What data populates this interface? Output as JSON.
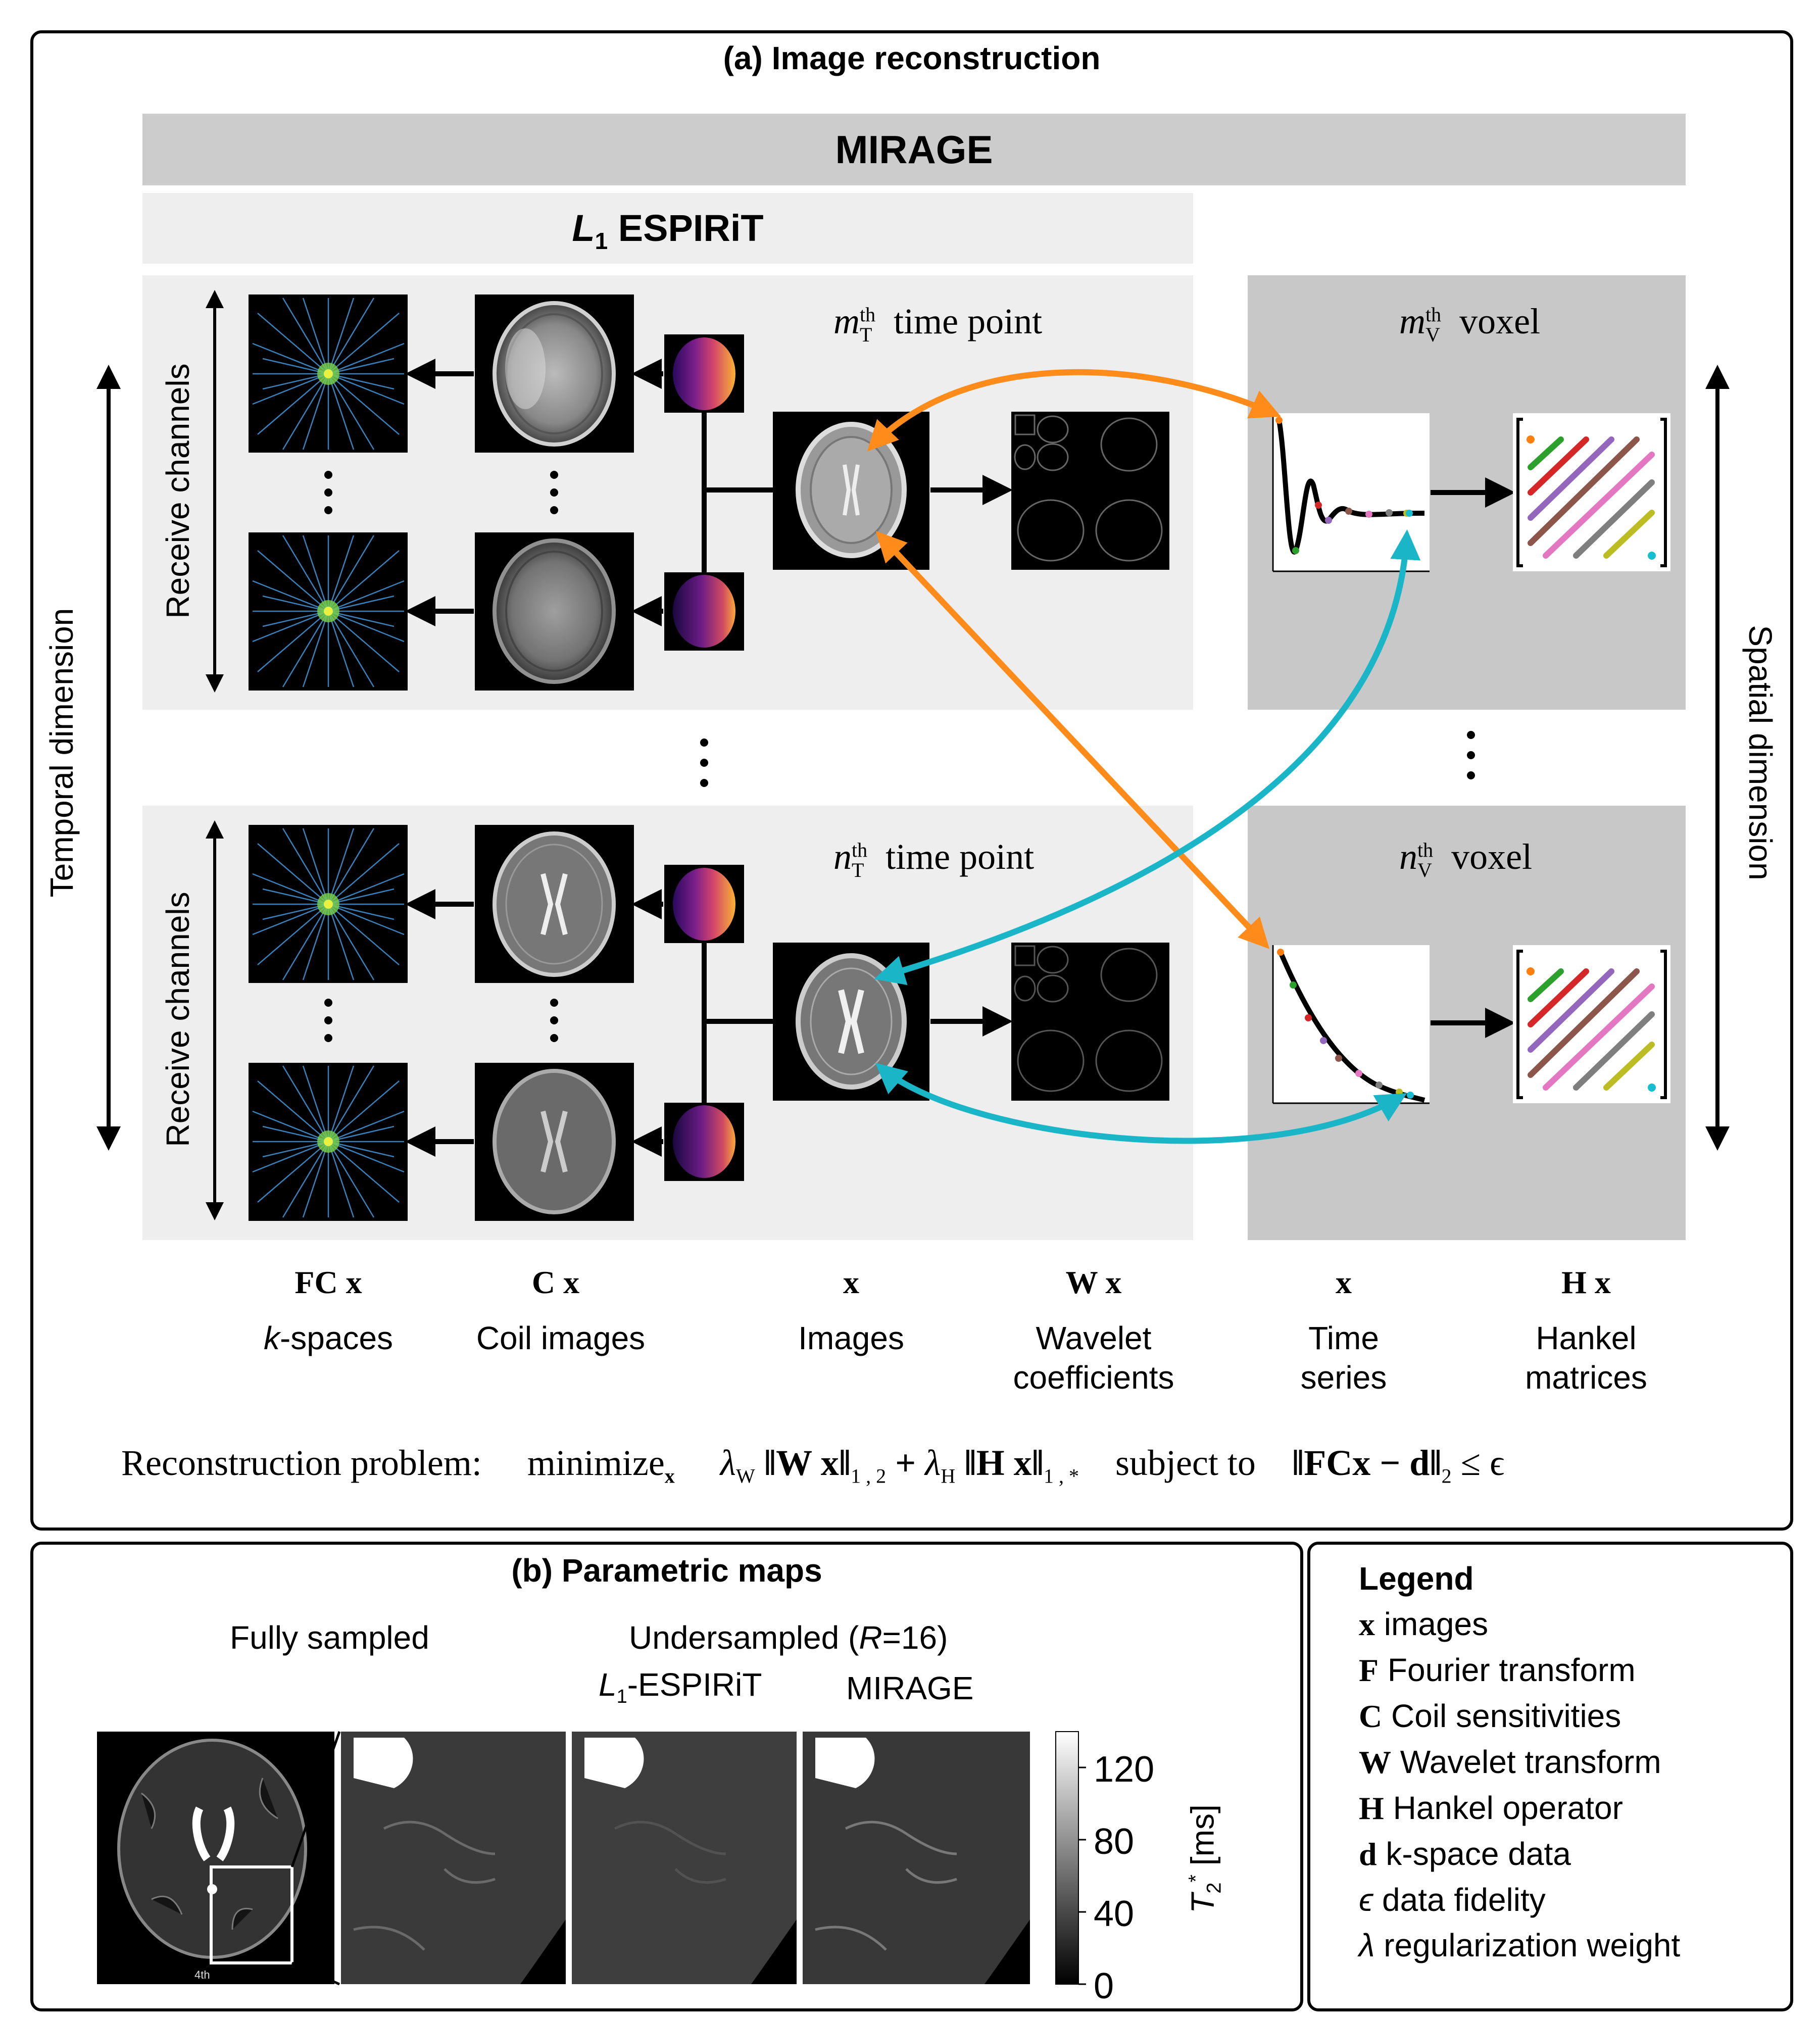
{
  "panel_a": {
    "title": "(a) Image reconstruction",
    "mirage_label": "MIRAGE",
    "l1_label_main": "L",
    "l1_label_sub": "1",
    "l1_label_rest": " ESPIRiT",
    "time_point_top": {
      "var": "m",
      "sup": "th",
      "sub": "T",
      "text": "time point"
    },
    "time_point_bottom": {
      "var": "n",
      "sup": "th",
      "sub": "T",
      "text": "time point"
    },
    "voxel_top": {
      "var": "m",
      "sup": "th",
      "sub": "V",
      "text": "voxel"
    },
    "voxel_bottom": {
      "var": "n",
      "sup": "th",
      "sub": "V",
      "text": "voxel"
    },
    "receive_channels": "Receive channels",
    "temporal_dimension": "Temporal dimension",
    "spatial_dimension": "Spatial dimension",
    "ellipsis": "⋮",
    "columns": [
      {
        "math": "FC x",
        "label": "k-spaces",
        "label_italic_prefix": "k",
        "label_rest": "-spaces"
      },
      {
        "math": "C x",
        "label": "Coil images"
      },
      {
        "math": "x",
        "label": "Images"
      },
      {
        "math": "W x",
        "label": "Wavelet coefficients",
        "line1": "Wavelet",
        "line2": "coefficients"
      },
      {
        "math": "x",
        "label": "Time series",
        "line1": "Time",
        "line2": "series"
      },
      {
        "math": "H x",
        "label": "Hankel matrices",
        "line1": "Hankel",
        "line2": "matrices"
      }
    ],
    "reconstruction": {
      "prefix": "Reconstruction problem:",
      "minimize": "minimize",
      "minimize_sub": "x",
      "lambda_w": "λ",
      "lambda_w_sub": "W",
      "term1": "‖W x‖",
      "term1_sub": "1 , 2",
      "plus": "+",
      "lambda_h": "λ",
      "lambda_h_sub": "H",
      "term2": "‖H x‖",
      "term2_sub": "1 , *",
      "subject_to": "subject to",
      "constraint": "‖FCx − d‖",
      "constraint_sub": "2",
      "leq": "≤ ϵ"
    }
  },
  "panel_b": {
    "title": "(b) Parametric maps",
    "fully_sampled": "Fully sampled",
    "undersampled_prefix": "Undersampled (",
    "undersampled_R": "R",
    "undersampled_suffix": "=16)",
    "l1_label": "L",
    "l1_sub": "1",
    "l1_rest": "-ESPIRiT",
    "mirage": "MIRAGE",
    "slice_label": "4th",
    "colorbar": {
      "ticks": [
        "120",
        "80",
        "40",
        "0"
      ],
      "tick_values": [
        120,
        80,
        40,
        0
      ],
      "max": 140,
      "label": "T",
      "label_sub": "2",
      "label_sup": "*",
      "label_unit": "[ms]"
    }
  },
  "legend": {
    "title": "Legend",
    "items": [
      {
        "symbol": "x",
        "text": "images"
      },
      {
        "symbol": "F",
        "text": "Fourier transform"
      },
      {
        "symbol": "C",
        "text": "Coil sensitivities"
      },
      {
        "symbol": "W",
        "text": "Wavelet transform"
      },
      {
        "symbol": "H",
        "text": "Hankel operator"
      },
      {
        "symbol": "d",
        "text": "k-space data"
      },
      {
        "symbol": "ϵ",
        "text": "data fidelity"
      },
      {
        "symbol": "λ",
        "text": "regularization weight"
      }
    ]
  },
  "colors": {
    "orange_arrow": "#ff8c1a",
    "cyan_arrow": "#1ab6c8",
    "mirage_bar": "#cccccc",
    "light_box": "#eeeeee",
    "dark_box": "#c8c8c8",
    "hankel_series": [
      "#ff7f0e",
      "#2ca02c",
      "#d62728",
      "#9467bd",
      "#8c564b",
      "#e377c2",
      "#7f7f7f",
      "#bcbd22",
      "#17becf"
    ]
  }
}
